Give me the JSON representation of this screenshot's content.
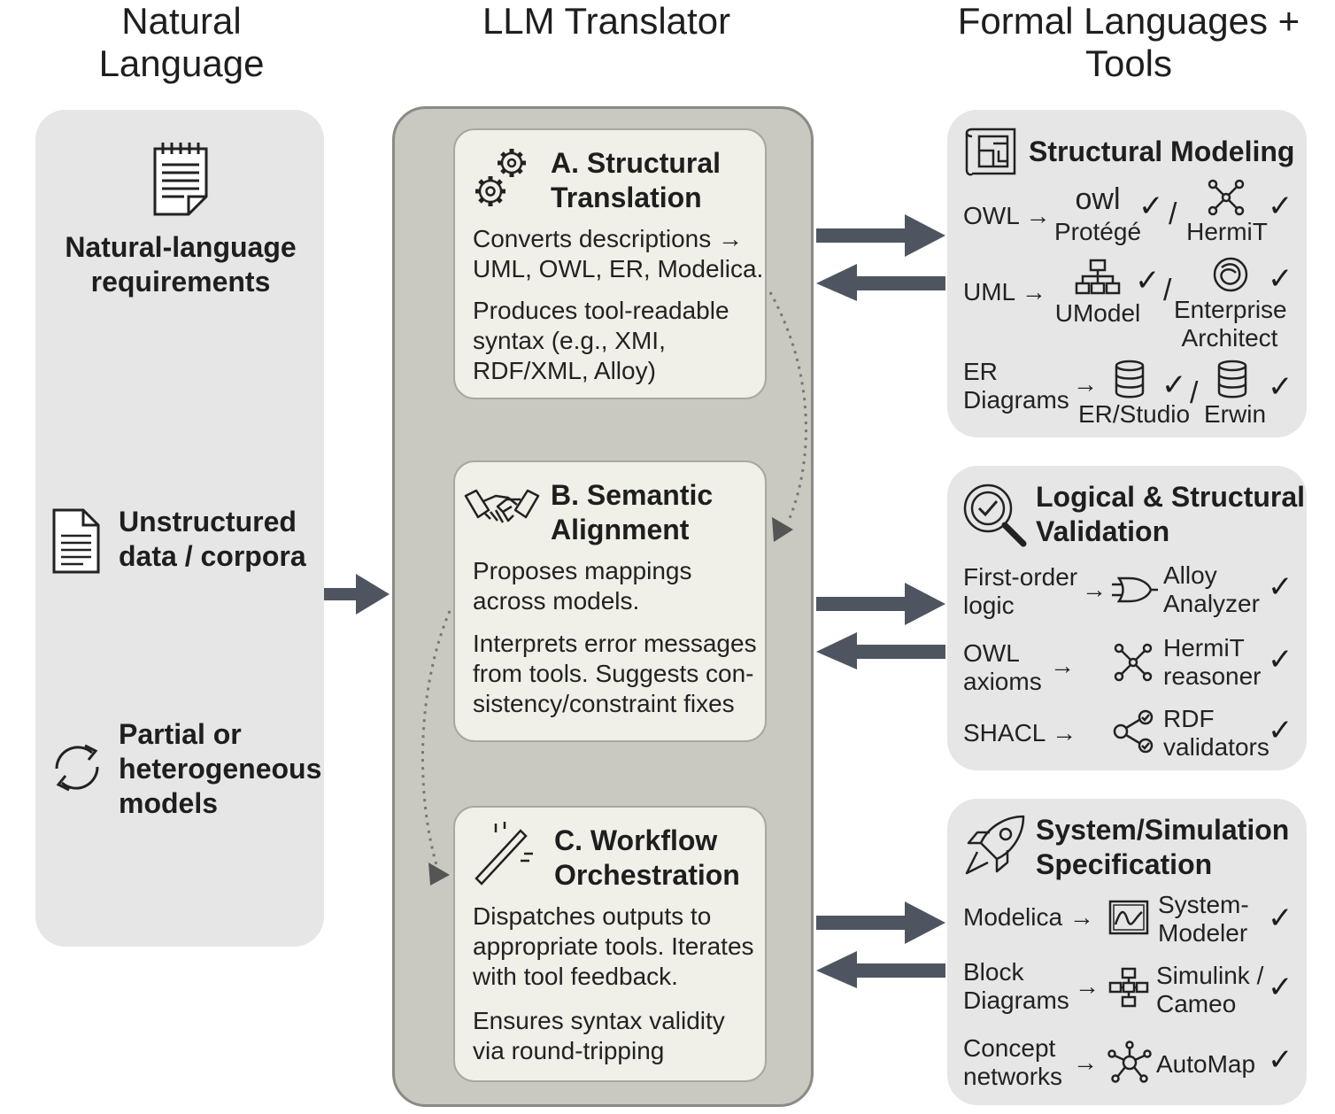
{
  "headers": {
    "natural_language": "Natural\nLanguage",
    "llm_translator": "LLM\nTranslator",
    "formal_languages": "Formal Languages\n+ Tools"
  },
  "inputs": [
    {
      "icon": "notepad-icon",
      "label": "Natural-language\nrequirements"
    },
    {
      "icon": "document-icon",
      "label": "Unstructured\ndata / corpora"
    },
    {
      "icon": "refresh-cycle-icon",
      "label": "Partial or\nheterogeneous\nmodels"
    }
  ],
  "translator": {
    "structural": {
      "title": "A. Structural\nTranslation",
      "text1": "Converts descriptions →\nUML, OWL, ER, Modelica.",
      "text2": "Produces tool-readable\nsyntax (e.g., XMI,\nRDF/XML, Alloy)"
    },
    "semantic": {
      "title": "B. Semantic\nAlignment",
      "text1": "Proposes mappings\nacross models.",
      "text2": "Interprets error messages\nfrom tools. Suggests con-\nsistency/constraint fixes"
    },
    "workflow": {
      "title": "C. Workflow\nOrchestration",
      "text1": "Dispatches outputs to\nappropriate tools. Iterates\nwith tool feedback.",
      "text2": "Ensures syntax validity\nvia round-tripping"
    }
  },
  "structural_modeling": {
    "title": "Structural Modeling",
    "owl_label": "OWL →",
    "owl_logo": "owl",
    "protege": "Protégé",
    "hermit": "HermiT",
    "uml_label": "UML →",
    "umodel": "UModel",
    "ea": "Enterprise\nArchitect",
    "er_label": "ER\nDiagrams",
    "er_arrow": "→",
    "erstudio": "ER/Studio",
    "erwin": "Erwin",
    "slash": "/"
  },
  "validation": {
    "title": "Logical & Structural\nValidation",
    "fol_label": "First-order\nlogic",
    "fol_arrow": "→",
    "alloy": "Alloy\nAnalyzer",
    "owl_axioms": "OWL\naxioms",
    "owl_arrow": "→",
    "hermit": "HermiT\nreasoner",
    "shacl": "SHACL →",
    "rdf": "RDF\nvalidators"
  },
  "simulation": {
    "title": "System/Simulation\nSpecification",
    "modelica": "Modelica →",
    "systemmodeler": "System-\nModeler",
    "block": "Block\nDiagrams",
    "block_arrow": "→",
    "simulink": "Simulink /\nCameo",
    "concept": "Concept\nnetworks",
    "concept_arrow": "→",
    "automap": "AutoMap"
  },
  "check": "✓",
  "colors": {
    "arrow": "#4f5560",
    "panel": "#e6e6e6",
    "middle": "#c9c8c1",
    "card": "#f0efe8"
  }
}
